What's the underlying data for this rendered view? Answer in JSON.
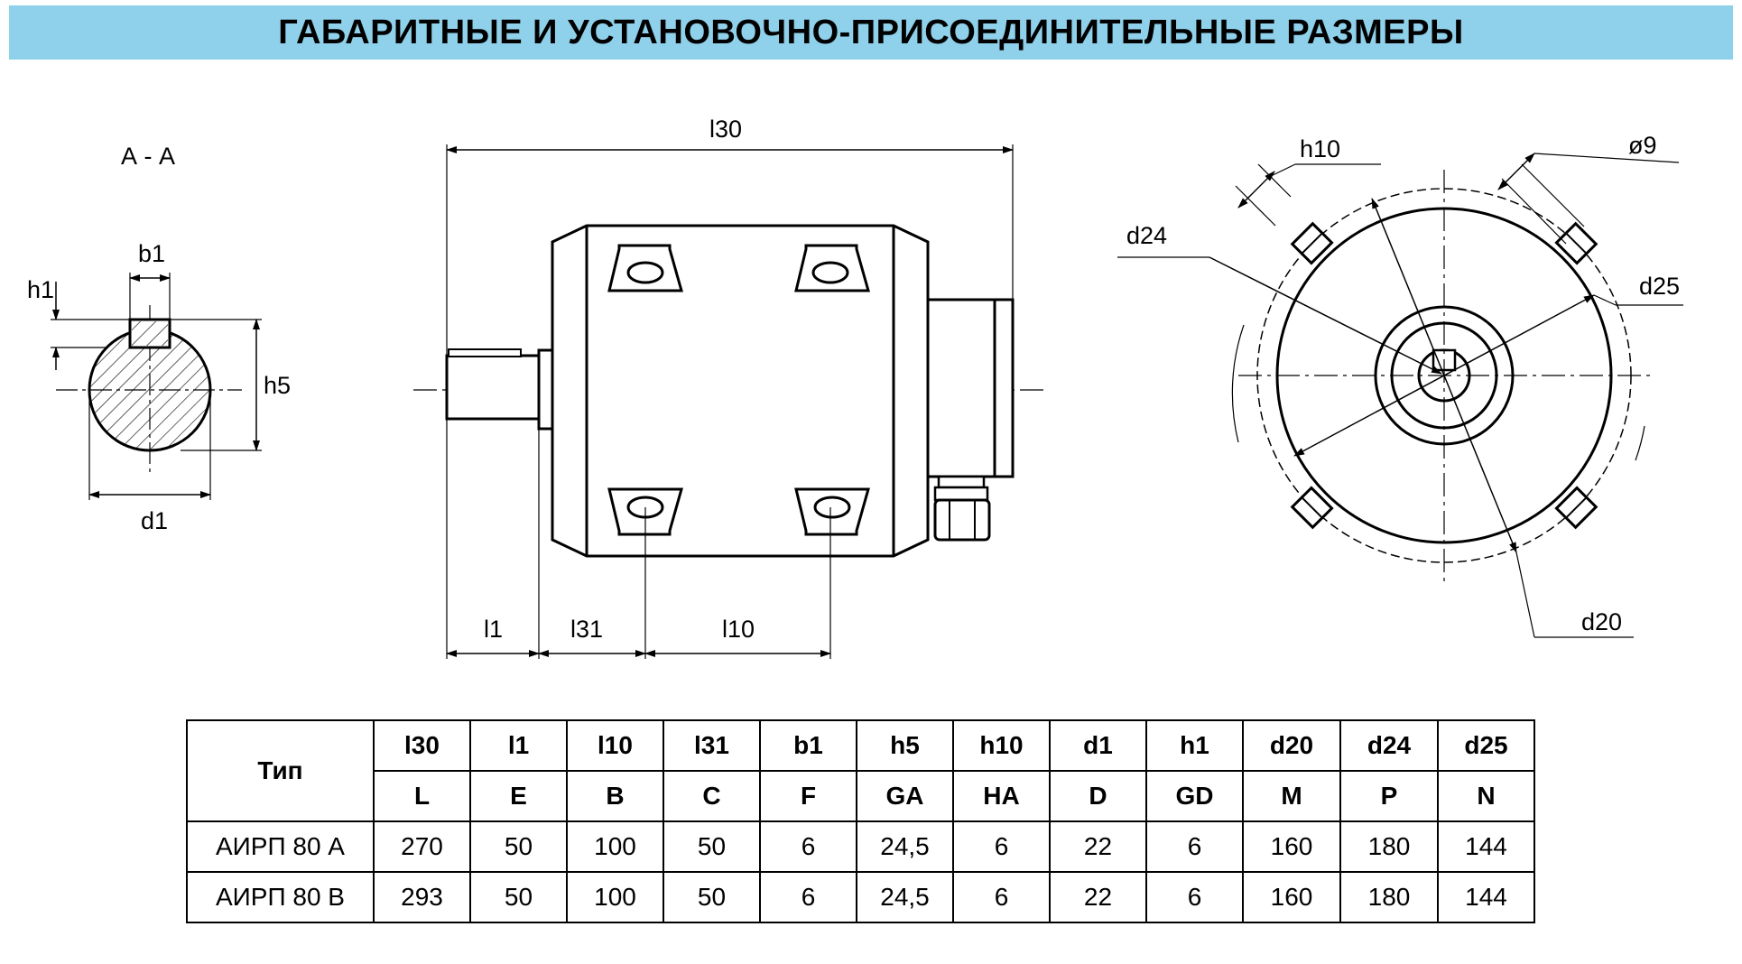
{
  "header": {
    "title": "ГАБАРИТНЫЕ И УСТАНОВОЧНО-ПРИСОЕДИНИТЕЛЬНЫЕ РАЗМЕРЫ"
  },
  "banner_color": "#8fd0ea",
  "drawing": {
    "section_label": "А - А",
    "labels": {
      "b1": "b1",
      "h1": "h1",
      "h5": "h5",
      "d1": "d1",
      "l30": "l30",
      "l1": "l1",
      "l31": "l31",
      "l10": "l10",
      "h10": "h10",
      "d9": "ø9",
      "d24": "d24",
      "d25": "d25",
      "d20": "d20"
    }
  },
  "table": {
    "type_header": "Тип",
    "headers_row1": [
      "l30",
      "l1",
      "l10",
      "l31",
      "b1",
      "h5",
      "h10",
      "d1",
      "h1",
      "d20",
      "d24",
      "d25"
    ],
    "headers_row2": [
      "L",
      "E",
      "B",
      "C",
      "F",
      "GA",
      "HA",
      "D",
      "GD",
      "M",
      "P",
      "N"
    ],
    "rows": [
      {
        "type": "АИРП 80 А",
        "values": [
          "270",
          "50",
          "100",
          "50",
          "6",
          "24,5",
          "6",
          "22",
          "6",
          "160",
          "180",
          "144"
        ]
      },
      {
        "type": "АИРП 80 В",
        "values": [
          "293",
          "50",
          "100",
          "50",
          "6",
          "24,5",
          "6",
          "22",
          "6",
          "160",
          "180",
          "144"
        ]
      }
    ]
  }
}
